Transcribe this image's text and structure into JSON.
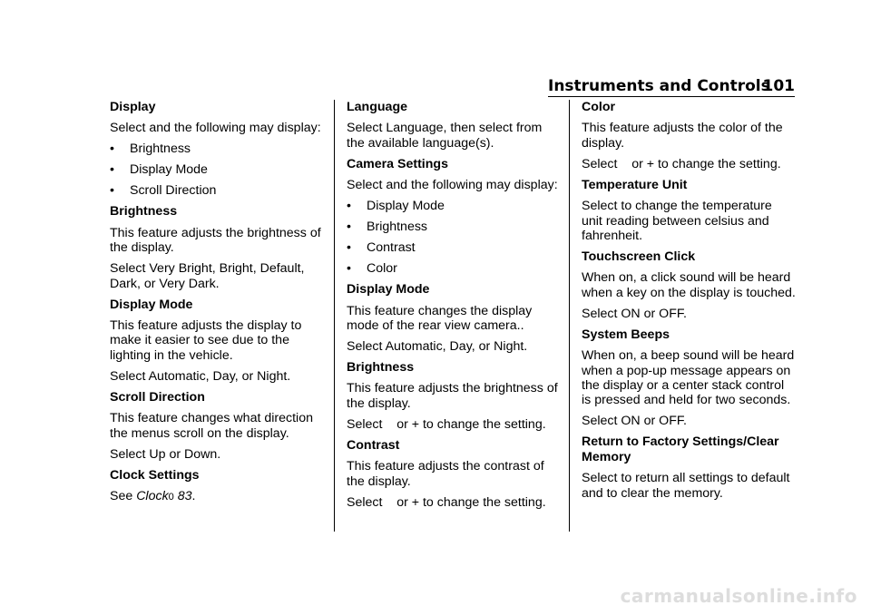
{
  "header": {
    "title": "Instruments and Controls",
    "page_number": "101"
  },
  "col1": {
    "display_h": "Display",
    "display_p": "Select and the following may display:",
    "display_items": [
      "Brightness",
      "Display Mode",
      "Scroll Direction"
    ],
    "bullet": "•",
    "brightness_h": "Brightness",
    "brightness_p1": "This feature adjusts the brightness of the display.",
    "brightness_p2": "Select Very Bright, Bright, Default, Dark, or Very Dark.",
    "display_mode_h": "Display Mode",
    "display_mode_p1": "This feature adjusts the display to make it easier to see due to the lighting in the vehicle.",
    "display_mode_p2": "Select Automatic, Day, or Night.",
    "scroll_h": "Scroll Direction",
    "scroll_p1": "This feature changes what direction the menus scroll on the display.",
    "scroll_p2": "Select Up or Down.",
    "clock_h": "Clock Settings",
    "clock_see": "See ",
    "clock_ref": "Clock",
    "clock_arrow": "0",
    "clock_page": "83",
    "clock_end": "."
  },
  "col2": {
    "language_h": "Language",
    "language_p": "Select Language, then select from the available language(s).",
    "camera_h": "Camera Settings",
    "camera_p": "Select and the following may display:",
    "camera_items": [
      "Display Mode",
      "Brightness",
      "Contrast",
      "Color"
    ],
    "display_mode_h": "Display Mode",
    "display_mode_p1": "This feature changes the display mode of the rear view camera..",
    "display_mode_p2": "Select Automatic, Day, or Night.",
    "brightness_h": "Brightness",
    "brightness_p1": "This feature adjusts the brightness of the display.",
    "brightness_p2": "Select    or + to change the setting.",
    "contrast_h": "Contrast",
    "contrast_p1": "This feature adjusts the contrast of the display.",
    "contrast_p2": "Select    or + to change the setting."
  },
  "col3": {
    "color_h": "Color",
    "color_p1": "This feature adjusts the color of the display.",
    "color_p2": "Select    or + to change the setting.",
    "temp_h": "Temperature Unit",
    "temp_p": "Select to change the temperature unit reading between celsius and fahrenheit.",
    "touch_h": "Touchscreen Click",
    "touch_p1": "When on, a click sound will be heard when a key on the display is touched.",
    "touch_p2": "Select ON or OFF.",
    "beeps_h": "System Beeps",
    "beeps_p1": "When on, a beep sound will be heard when a pop-up message appears on the display or a center stack control is pressed and held for two seconds.",
    "beeps_p2": "Select ON or OFF.",
    "reset_h": "Return to Factory Settings/Clear Memory",
    "reset_p": "Select to return all settings to default and to clear the memory."
  },
  "watermark": "carmanualsonline.info"
}
